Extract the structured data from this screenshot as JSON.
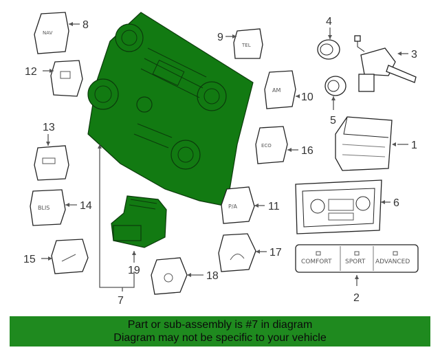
{
  "callouts": {
    "c1": "1",
    "c2": "2",
    "c3": "3",
    "c4": "4",
    "c5": "5",
    "c6": "6",
    "c7": "7",
    "c8": "8",
    "c9": "9",
    "c10": "10",
    "c11": "11",
    "c12": "12",
    "c13": "13",
    "c14": "14",
    "c15": "15",
    "c16": "16",
    "c17": "17",
    "c18": "18",
    "c19": "19"
  },
  "buttons": {
    "nav": "NAV",
    "tel": "TEL",
    "am": "AM",
    "eco": "ECO",
    "blis": "BLIS",
    "pa": "P/A",
    "comfort": "COMFORT",
    "sport": "SPORT",
    "advanced": "ADVANCED"
  },
  "footer": {
    "line1": "Part or sub-assembly is #7 in diagram",
    "line2": "Diagram may not be specific to your vehicle"
  },
  "colors": {
    "highlight": "#127a12",
    "banner": "#1f8a1f"
  }
}
